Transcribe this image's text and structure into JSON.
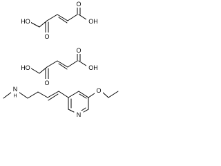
{
  "structure": {
    "fumaric_top": {
      "left_hydroxyl": "HO",
      "left_carbonyl_o": "O",
      "right_carbonyl_o": "O",
      "right_hydroxyl": "OH"
    },
    "fumaric_bottom": {
      "left_hydroxyl": "HO",
      "left_carbonyl_o": "O",
      "right_carbonyl_o": "O",
      "right_hydroxyl": "OH"
    },
    "amine": {
      "amine_n": "N",
      "amine_h": "H",
      "pyridine_n": "N",
      "ether_o": "O"
    }
  },
  "colors": {
    "bond": "#000000",
    "label": "#000000",
    "background": "#ffffff"
  }
}
